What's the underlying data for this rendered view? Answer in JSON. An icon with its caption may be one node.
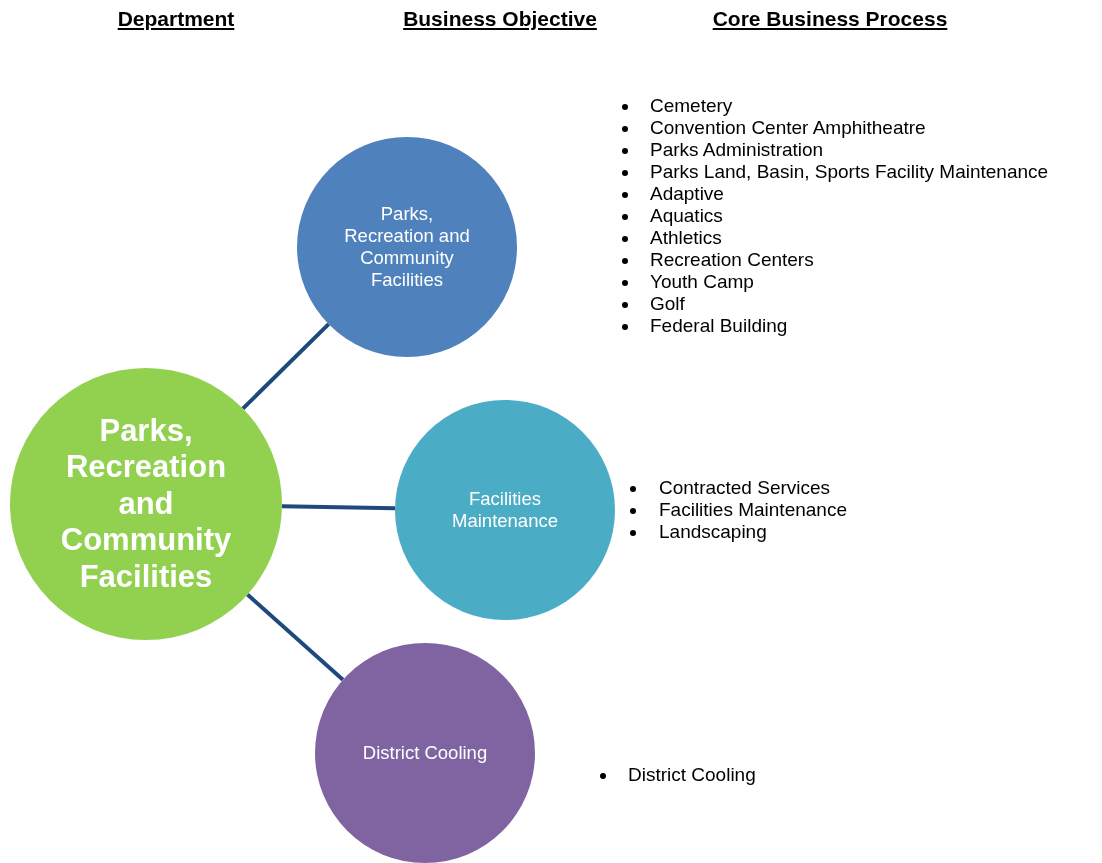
{
  "diagram": {
    "nodes": [
      {
        "text": [
          "Parks, Recreation and Community Facilities"
        ]
      },
      {
        "text": [
          "Parks, Recreation and Community Facilities"
        ],
        "beside": [
          "Cemetery",
          "Convention Center Amphitheatre",
          "Parks Administration",
          "Parks Land, Basin, Sports Facility Maintenance",
          "Adaptive",
          "Aquatics",
          "Athletics",
          "Recreation Centers",
          "Youth Camp",
          "Golf",
          "Federal Building"
        ]
      },
      {
        "text": [
          "Facilities Maintenance"
        ],
        "beside": [
          "Contracted Services",
          "Facilities Maintenance",
          "Landscaping"
        ]
      },
      {
        "text": [
          "District Cooling"
        ]
      }
    ],
    "edges": [
      {
        "from": 0,
        "to": 1,
        "arrow": "none"
      },
      {
        "from": 0,
        "to": 2,
        "arrow": "none"
      },
      {
        "from": 0,
        "to": 3,
        "arrow": "none"
      }
    ],
    "labels": [
      "Department",
      "Business Objective",
      "Core Business Process",
      "District Cooling"
    ]
  }
}
